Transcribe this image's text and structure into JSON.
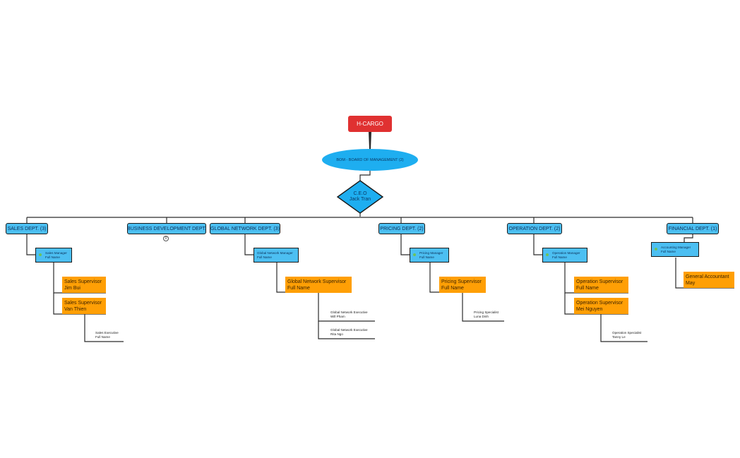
{
  "root": {
    "label": "H-CARGO"
  },
  "board": {
    "label": "BOM - BOARD OF MANAGEMENT (2)"
  },
  "ceo": {
    "title": "C.E.O",
    "name": "Jack Tran"
  },
  "departments": {
    "sales": {
      "label": "SALES DEPT. (3)",
      "manager": {
        "title": "Sales Manager",
        "name": "Full Name"
      },
      "supervisors": [
        {
          "title": "Sales Supervisor",
          "name": "Jim Bui"
        },
        {
          "title": "Sales Supervisor",
          "name": "Van Thien"
        }
      ],
      "staff": [
        {
          "title": "Sales Executive",
          "name": "Full Name"
        }
      ]
    },
    "business": {
      "label": "BUSINESS DEVELOPMENT DEPT.",
      "badge": "0"
    },
    "global": {
      "label": "GLOBAL NETWORK DEPT. (3)",
      "manager": {
        "title": "Global Network Manager",
        "name": "Full Name"
      },
      "supervisors": [
        {
          "title": "Global Network Supervisor",
          "name": "Full Name"
        }
      ],
      "staff": [
        {
          "title": "Global Network Executive",
          "name": "Will Pham"
        },
        {
          "title": "Global Network Executive",
          "name": "Rita Ngo"
        }
      ]
    },
    "pricing": {
      "label": "PRICING DEPT. (2)",
      "manager": {
        "title": "Pricing Manager",
        "name": "Full Name"
      },
      "supervisors": [
        {
          "title": "Pricing Supervisor",
          "name": "Full Name"
        }
      ],
      "staff": [
        {
          "title": "Pricing Specialist",
          "name": "Luna Dinh"
        }
      ]
    },
    "operation": {
      "label": "OPERATION DEPT. (2)",
      "manager": {
        "title": "Operation Manager",
        "name": "Full Name"
      },
      "supervisors": [
        {
          "title": "Operation Supervisor",
          "name": "Full Name"
        },
        {
          "title": "Operation Supervisor",
          "name": "Mei Nguyen"
        }
      ],
      "staff": [
        {
          "title": "Operation Specialist",
          "name": "Tanny Le"
        }
      ]
    },
    "financial": {
      "label": "FINANCIAL DEPT. (1)",
      "manager": {
        "title": "Accounting Manager",
        "name": "Full Name"
      },
      "supervisors": [
        {
          "title": "General Accountant",
          "name": "May"
        }
      ]
    }
  },
  "colors": {
    "root": "#e03131",
    "board": "#1eaef0",
    "department": "#4cbff2",
    "supervisor": "#ff9f05",
    "connector": "#2b2b2b",
    "status_dot": "#6ec25a"
  }
}
